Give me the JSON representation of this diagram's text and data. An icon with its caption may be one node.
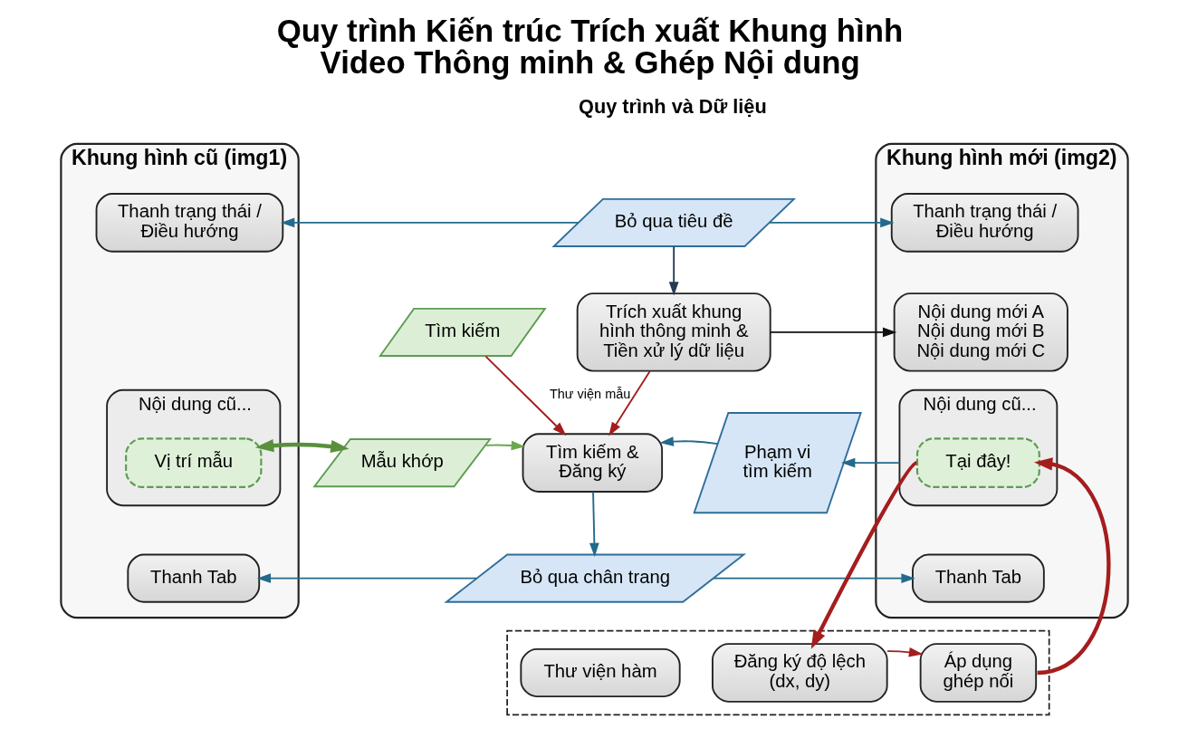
{
  "diagram": {
    "title": "Quy trình Kiến trúc Trích xuất Khung hình Video Thông minh & Ghép Nội dung",
    "nodes": [
      {
        "text": [
          "Khung hình cũ (img1)"
        ]
      },
      {
        "text": [
          "Thanh trạng thái / Điều hướng"
        ],
        "in": 0
      },
      {
        "text": [
          "Nội dung cũ..."
        ],
        "in": 0
      },
      {
        "text": [
          "Vị trí mẫu"
        ],
        "in": 2
      },
      {
        "text": [
          "Thanh Tab"
        ],
        "in": 0
      },
      {
        "text": [
          "Bỏ qua tiêu đề"
        ]
      },
      {
        "text": [
          "Trích xuất khung hình thông minh & Tiền xử lý dữ liệu"
        ]
      },
      {
        "text": [
          "Tìm kiếm"
        ]
      },
      {
        "text": [
          "Mẫu khớp"
        ]
      },
      {
        "text": [
          "Tìm kiếm & Đăng ký"
        ]
      },
      {
        "text": [
          "Phạm vi tìm kiếm"
        ]
      },
      {
        "text": [
          "Bỏ qua chân trang"
        ]
      },
      {
        "text": [
          "Khung hình mới (img2)"
        ]
      },
      {
        "text": [
          "Thanh trạng thái / Điều hướng"
        ],
        "in": 12
      },
      {
        "text": [
          "Nội dung mới A",
          "Nội dung mới B",
          "Nội dung mới C"
        ],
        "in": 12
      },
      {
        "text": [
          "Nội dung cũ..."
        ],
        "in": 12
      },
      {
        "text": [
          "Tại đây!"
        ],
        "in": 15
      },
      {
        "text": [
          "Thanh Tab"
        ],
        "in": 12
      },
      {
        "text": [],
        "shape": "box"
      },
      {
        "text": [
          "Thư viện hàm"
        ],
        "in": 18
      },
      {
        "text": [
          "Đăng ký độ lệch (dx, dy)"
        ],
        "in": 18
      },
      {
        "text": [
          "Áp dụng ghép nối"
        ],
        "in": 18
      }
    ],
    "edges": [
      {
        "from": 5,
        "to": 1,
        "arrow": "to"
      },
      {
        "from": 5,
        "to": 13,
        "arrow": "to"
      },
      {
        "from": 5,
        "to": 6,
        "arrow": "to",
        "color": "#243b53"
      },
      {
        "from": 6,
        "to": 14,
        "arrow": "to",
        "color": "#111111"
      },
      {
        "from": 6,
        "to": 9,
        "arrow": "to",
        "label": "Thư viện mẫu",
        "color": "#a51d1d"
      },
      {
        "from": 7,
        "to": 9,
        "arrow": "to",
        "color": "#a51d1d"
      },
      {
        "from": 3,
        "to": 8,
        "arrow": "both",
        "style": "thick",
        "color": "#5a8f3c"
      },
      {
        "from": 8,
        "to": 9,
        "arrow": "to",
        "color": "#6aa84f"
      },
      {
        "from": 15,
        "to": 10,
        "arrow": "to"
      },
      {
        "from": 10,
        "to": 9,
        "arrow": "to"
      },
      {
        "from": 9,
        "to": 11,
        "arrow": "to"
      },
      {
        "from": 11,
        "to": 4,
        "arrow": "to"
      },
      {
        "from": 11,
        "to": 17,
        "arrow": "to"
      },
      {
        "from": 16,
        "to": 20,
        "arrow": "to",
        "style": "thick",
        "color": "#a51d1d"
      },
      {
        "from": 20,
        "to": 21,
        "arrow": "to",
        "color": "#a51d1d"
      },
      {
        "from": 21,
        "to": 16,
        "arrow": "to",
        "style": "thick",
        "color": "#a51d1d"
      }
    ],
    "labels": [
      "Quy trình và Dữ liệu"
    ]
  }
}
